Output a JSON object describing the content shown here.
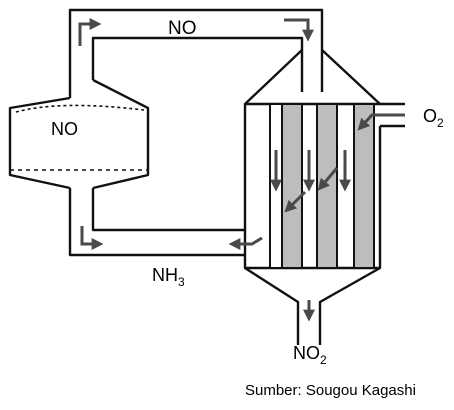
{
  "labels": {
    "no_top": "NO",
    "no_vessel": "NO",
    "o2_main": "O",
    "o2_sub": "2",
    "nh3_main": "NH",
    "nh3_sub": "3",
    "no2_main": "NO",
    "no2_sub": "2"
  },
  "source": "Sumber: Sougou Kagashi",
  "colors": {
    "line": "#111111",
    "pipe_fill": "#ffffff",
    "column_fill": "#bdbdbd",
    "arrow": "#4a4a4a"
  }
}
